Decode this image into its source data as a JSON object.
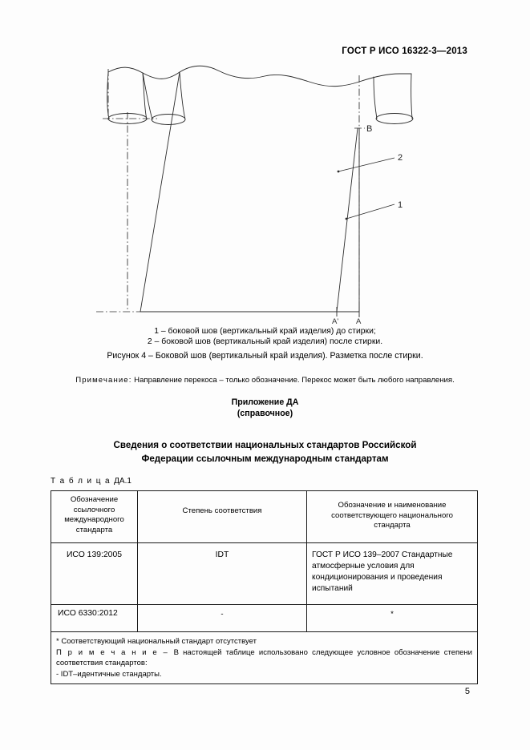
{
  "header": {
    "standard_code": "ГОСТ Р ИСО 16322-3—2013"
  },
  "figure": {
    "labels": {
      "point_a": "A",
      "point_a_prime": "A'",
      "point_b": "B",
      "callout_1": "1",
      "callout_2": "2"
    },
    "legend": [
      "1 – боковой шов (вертикальный край изделия) до стирки;",
      "2 – боковой шов (вертикальный край изделия) после стирки."
    ],
    "caption": "Рисунок 4 – Боковой  шов (вертикальный край изделия). Разметка после стирки.",
    "note_label": "Примечание:",
    "note_text": "Направление перекоса – только обозначение. Перекос может быть любого направления."
  },
  "appendix": {
    "title": "Приложение ДА",
    "subtitle": "(справочное)",
    "section_title_line1": "Сведения о соответствии национальных стандартов   Российской",
    "section_title_line2": "Федерации ссылочным международным стандартам",
    "table_label_prefix": "Т а б л и ц а ",
    "table_label_number": "ДА.1"
  },
  "table": {
    "headers": [
      "Обозначение ссылочного международного стандарта",
      "Степень соответствия",
      "Обозначение и наименование соответствующего национального стандарта"
    ],
    "headers_lines": {
      "col1": [
        "Обозначение",
        "ссылочного",
        "международного",
        "стандарта"
      ],
      "col2": [
        "Степень соответствия"
      ],
      "col3": [
        "Обозначение и наименование",
        "соответствующего национального",
        "стандарта"
      ]
    },
    "rows": [
      {
        "reference_standard": "ИСО 139:2005",
        "conformity_degree": "IDT",
        "national_standard": "ГОСТ Р ИСО 139–2007 Стандартные атмосферные условия для кондиционирования и проведения испытаний"
      },
      {
        "reference_standard": "ИСО 6330:2012",
        "conformity_degree": "-",
        "national_standard": "*"
      }
    ],
    "footnotes": {
      "asterisk": "*  Соответствующий национальный стандарт отсутствует",
      "note_label": "П р и м е ч а н и е  – ",
      "note_text": "В настоящей таблице использовано следующее условное обозначение степени соответствия стандартов:",
      "note_item": "- IDT–идентичные стандарты."
    }
  },
  "footer": {
    "page_number": "5"
  }
}
